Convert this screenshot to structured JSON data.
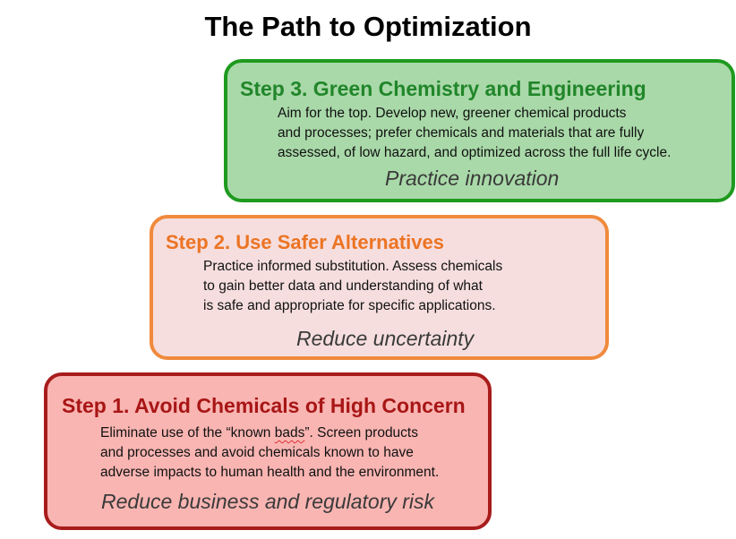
{
  "title": "The Path to Optimization",
  "steps": [
    {
      "heading": "Step 3. Green Chemistry and Engineering",
      "lines": [
        "Aim for the top.  Develop new, greener chemical products",
        "and processes; prefer chemicals and materials that are fully",
        "assessed, of low hazard, and optimized across the full life cycle."
      ],
      "tagline": "Practice innovation",
      "border_color": "#1e9a1e",
      "fill_color": "#a9d9a9",
      "heading_color": "#21862a"
    },
    {
      "heading": "Step 2. Use Safer Alternatives",
      "lines": [
        "Practice informed substitution. Assess chemicals",
        "to gain better data and understanding of what",
        "is safe and appropriate for specific applications."
      ],
      "tagline": "Reduce uncertainty",
      "border_color": "#f08a3c",
      "fill_color": "#f6dede",
      "heading_color": "#ec7424"
    },
    {
      "heading": "Step 1. Avoid Chemicals of High Concern",
      "line1_before": "Eliminate use of the “known ",
      "line1_squiggle": "bads",
      "line1_after": "”. Screen products",
      "lines": [
        "and processes and avoid chemicals known to have",
        "adverse impacts to human health and the environment."
      ],
      "tagline": "Reduce business and regulatory risk",
      "border_color": "#a81c1c",
      "fill_color": "#f9b5b2",
      "heading_color": "#a81616"
    }
  ]
}
